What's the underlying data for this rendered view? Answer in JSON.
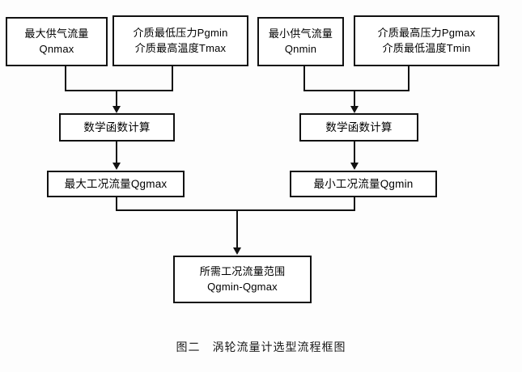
{
  "figure": {
    "caption": "图二　涡轮流量计选型流程框图",
    "background_color": "#fdfdfd",
    "line_color": "#111111",
    "box_fill": "#ffffff"
  },
  "nodes": {
    "input_max_flow": {
      "line1": "最大供气流量",
      "line2": "Qnmax"
    },
    "input_min_pressure_max_temp": {
      "line1": "介质最低压力Pgmin",
      "line2": "介质最高温度Tmax"
    },
    "input_min_flow": {
      "line1": "最小供气流量",
      "line2": "Qnmin"
    },
    "input_max_pressure_min_temp": {
      "line1": "介质最高压力Pgmax",
      "line2": "介质最低温度Tmin"
    },
    "calc_left": {
      "line1": "数学函数计算"
    },
    "calc_right": {
      "line1": "数学函数计算"
    },
    "result_max": {
      "line1": "最大工况流量Qgmax"
    },
    "result_min": {
      "line1": "最小工况流量Qgmin"
    },
    "final_range": {
      "line1": "所需工况流量范围",
      "line2": "Qgmin-Qgmax"
    }
  }
}
